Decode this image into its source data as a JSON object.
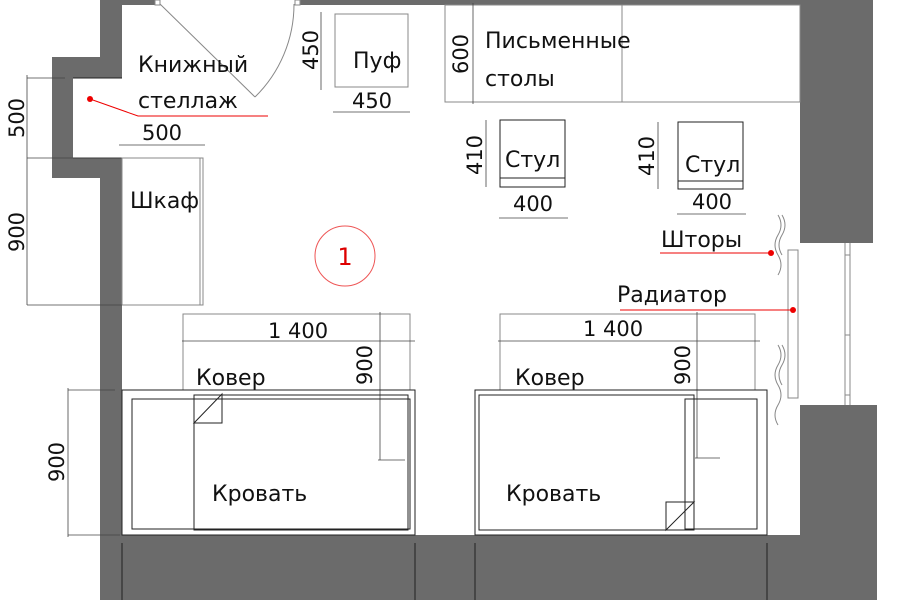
{
  "plan": {
    "room_number": "1",
    "colors": {
      "wall": "#6b6b6b",
      "leader": "#e00000",
      "marker": "#e00000"
    },
    "labels": {
      "bookshelf_line1": "Книжный",
      "bookshelf_line2": "стеллаж",
      "pouf": "Пуф",
      "desks_line1": "Письменные",
      "desks_line2": "столы",
      "chair1": "Стул",
      "chair2": "Стул",
      "wardrobe": "Шкаф",
      "curtains": "Шторы",
      "radiator": "Радиатор",
      "carpet1": "Ковер",
      "carpet2": "Ковер",
      "bed1": "Кровать",
      "bed2": "Кровать"
    },
    "dimensions": {
      "bookshelf_depth": "500",
      "bookshelf_width": "500",
      "wardrobe_length": "900",
      "pouf_height": "450",
      "pouf_width": "450",
      "desk_depth": "600",
      "chair1_depth": "410",
      "chair1_width": "400",
      "chair2_depth": "410",
      "chair2_width": "400",
      "carpet1_width": "1 400",
      "carpet1_depth": "900",
      "carpet2_width": "1 400",
      "carpet2_depth": "900",
      "bed_width": "900"
    }
  }
}
